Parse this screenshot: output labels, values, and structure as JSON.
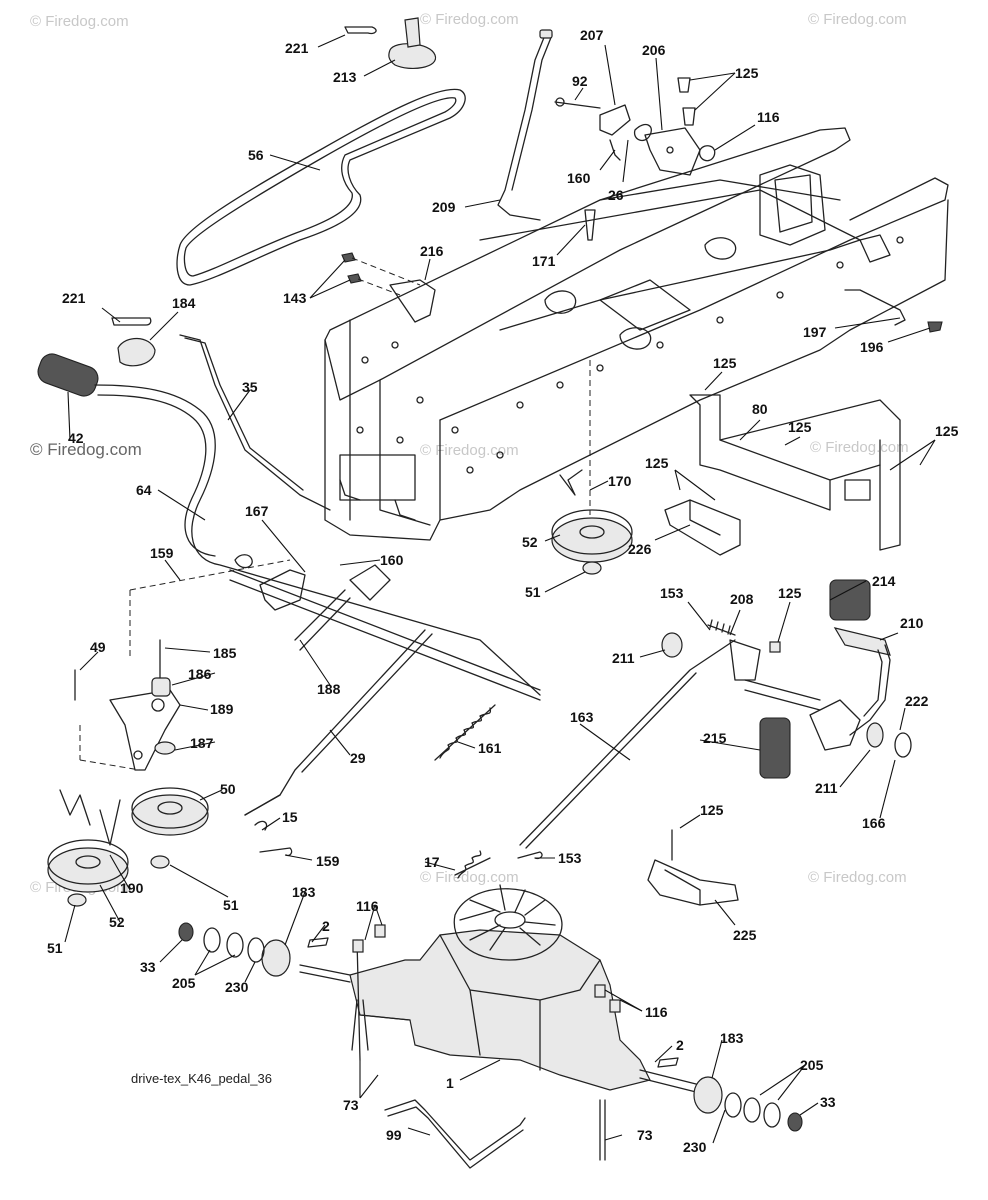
{
  "diagram_name": "drive-tex_K46_pedal_36",
  "watermark": "© Firedog.com",
  "watermark_main": "© Firedog.com",
  "labels": {
    "l221a": "221",
    "l213": "213",
    "l56": "56",
    "l207": "207",
    "l206": "206",
    "l125a": "125",
    "l92": "92",
    "l116a": "116",
    "l160a": "160",
    "l26": "26",
    "l209": "209",
    "l171": "171",
    "l216": "216",
    "l143": "143",
    "l221b": "221",
    "l184": "184",
    "l197": "197",
    "l196": "196",
    "l42": "42",
    "l35": "35",
    "l125b": "125",
    "l80": "80",
    "l125c": "125",
    "l125d": "125",
    "l64": "64",
    "l170": "170",
    "l125e": "125",
    "l167": "167",
    "l160b": "160",
    "l52a": "52",
    "l226": "226",
    "l159a": "159",
    "l51a": "51",
    "l214": "214",
    "l153a": "153",
    "l208": "208",
    "l125f": "125",
    "l210": "210",
    "l49": "49",
    "l185": "185",
    "l211a": "211",
    "l186": "186",
    "l188": "188",
    "l189": "189",
    "l222": "222",
    "l163": "163",
    "l187": "187",
    "l161": "161",
    "l215": "215",
    "l211b": "211",
    "l50": "50",
    "l29": "29",
    "l166": "166",
    "l15": "15",
    "l125g": "125",
    "l159b": "159",
    "l17": "17",
    "l153b": "153",
    "l190": "190",
    "l51b": "51",
    "l183a": "183",
    "l116b": "116",
    "l52b": "52",
    "l2a": "2",
    "l225": "225",
    "l33a": "33",
    "l205a": "205",
    "l230a": "230",
    "l51c": "51",
    "l116c": "116",
    "l183b": "183",
    "l2b": "2",
    "l1": "1",
    "l205b": "205",
    "l73a": "73",
    "l33b": "33",
    "l99": "99",
    "l73b": "73",
    "l230b": "230"
  }
}
